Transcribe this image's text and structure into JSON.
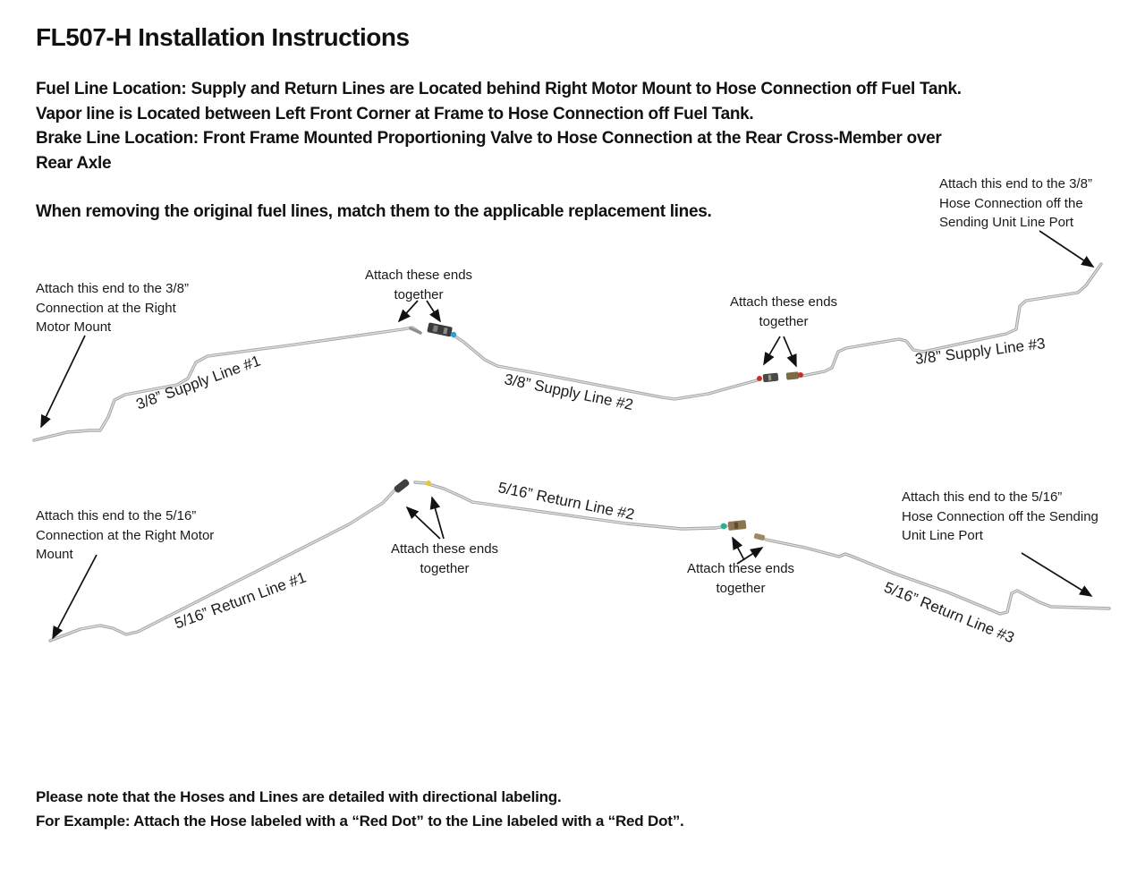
{
  "header": {
    "title": "FL507-H Installation Instructions",
    "location_paragraph": "Fuel Line Location:  Supply and Return Lines are Located behind Right Motor Mount to Hose Connection off Fuel Tank.\nVapor line is Located between Left Front Corner at Frame to Hose Connection off Fuel Tank.\nBrake Line Location: Front Frame Mounted Proportioning Valve to Hose Connection at the Rear Cross-Member over\nRear Axle",
    "match_note": "When removing the original fuel lines, match them to the applicable replacement lines."
  },
  "supply_diagram": {
    "label_line1": "3/8” Supply Line #1",
    "label_line2": "3/8” Supply Line #2",
    "label_line3": "3/8” Supply Line #3",
    "annotation_left": "Attach this end to the 3/8”\nConnection at the Right\nMotor Mount",
    "annotation_join1": "Attach these ends\ntogether",
    "annotation_join2": "Attach these ends\ntogether",
    "annotation_right": "Attach this end to the 3/8”\nHose Connection off the\nSending Unit Line Port"
  },
  "return_diagram": {
    "label_line1": "5/16” Return Line #1",
    "label_line2": "5/16” Return Line #2",
    "label_line3": "5/16” Return Line #3",
    "annotation_left": "Attach this end to the 5/16”\nConnection at the Right Motor\nMount",
    "annotation_join1": "Attach these ends\ntogether",
    "annotation_join2": "Attach these ends\ntogether",
    "annotation_right": "Attach this end to the 5/16”\nHose Connection off the Sending\nUnit Line Port"
  },
  "footer": {
    "note": "Please note that the Hoses and Lines are detailed with directional labeling.\nFor Example: Attach the Hose labeled with a “Red Dot” to the Line labeled with a “Red Dot”."
  },
  "colors": {
    "tube_gray": "#a5a5a5",
    "fitting_dark": "#3a3a3a",
    "fitting_brass": "#8a7550",
    "marker_blue": "#2f9fd6",
    "marker_red": "#c9302c",
    "marker_yellow": "#e6c72e",
    "marker_green": "#27b298",
    "arrow_black": "#111111"
  }
}
